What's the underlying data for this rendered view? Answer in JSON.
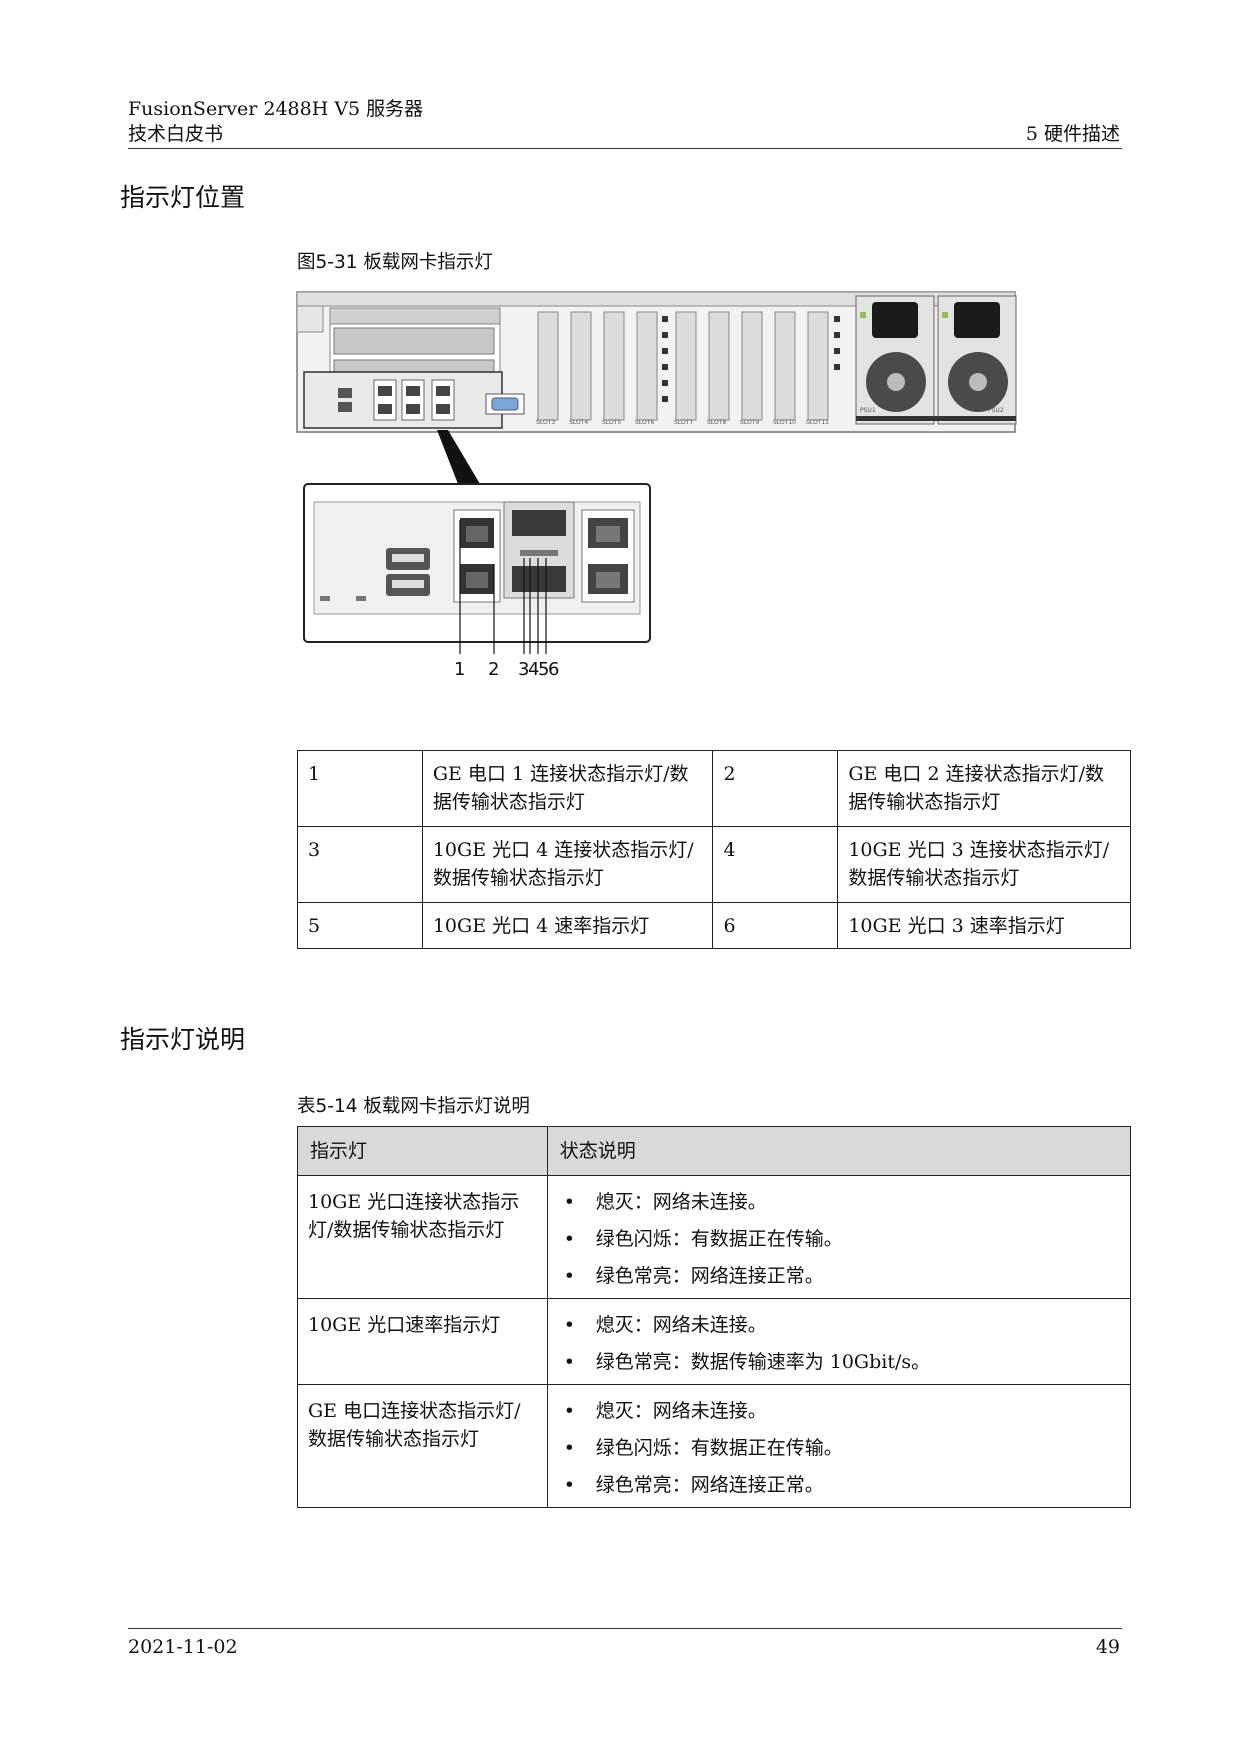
{
  "header": {
    "product": "FusionServer 2488H V5 服务器",
    "doc_type": "技术白皮书",
    "chapter": "5 硬件描述"
  },
  "section1": {
    "title": "指示灯位置"
  },
  "figure": {
    "caption": "图5-31 板载网卡指示灯",
    "callouts": [
      "1",
      "2",
      "3",
      "4",
      "5",
      "6"
    ],
    "slot_labels": [
      "SLOT3",
      "SLOT4",
      "SLOT5",
      "SLOT6",
      "SLOT7",
      "SLOT8",
      "SLOT9",
      "SLOT10",
      "SLOT11"
    ],
    "psu_labels": [
      "PSU1",
      "PSU2"
    ]
  },
  "legend_table": {
    "rows": [
      [
        "1",
        "GE 电口 1 连接状态指示灯/数据传输状态指示灯",
        "2",
        "GE 电口 2 连接状态指示灯/数据传输状态指示灯"
      ],
      [
        "3",
        "10GE 光口 4 连接状态指示灯/数据传输状态指示灯",
        "4",
        "10GE 光口 3 连接状态指示灯/数据传输状态指示灯"
      ],
      [
        "5",
        "10GE 光口 4 速率指示灯",
        "6",
        "10GE 光口 3 速率指示灯"
      ]
    ]
  },
  "section2": {
    "title": "指示灯说明"
  },
  "status_table": {
    "caption": "表5-14 板载网卡指示灯说明",
    "headers": [
      "指示灯",
      "状态说明"
    ],
    "rows": [
      {
        "name": "10GE 光口连接状态指示灯/数据传输状态指示灯",
        "states": [
          "熄灭：网络未连接。",
          "绿色闪烁：有数据正在传输。",
          "绿色常亮：网络连接正常。"
        ]
      },
      {
        "name": "10GE 光口速率指示灯",
        "states": [
          "熄灭：网络未连接。",
          "绿色常亮：数据传输速率为 10Gbit/s。"
        ]
      },
      {
        "name": "GE 电口连接状态指示灯/数据传输状态指示灯",
        "states": [
          "熄灭：网络未连接。",
          "绿色闪烁：有数据正在传输。",
          "绿色常亮：网络连接正常。"
        ]
      }
    ]
  },
  "footer": {
    "date": "2021-11-02",
    "page": "49"
  }
}
